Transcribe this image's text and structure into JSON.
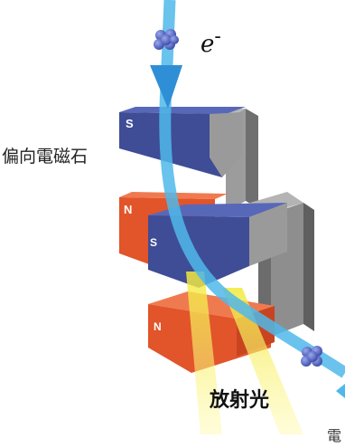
{
  "labels": {
    "electron_symbol": "e",
    "electron_charge": "-",
    "deflecting_magnet": "偏向電磁石",
    "radiation_light": "放射光",
    "edge_text": "電"
  },
  "pole_labels": {
    "upper_s": "S",
    "upper_n": "N",
    "lower_s": "S",
    "lower_n": "N"
  },
  "colors": {
    "beam": "#4fb8ea",
    "beam_arrow": "#2f8fd6",
    "pole_s": "#3f4c96",
    "pole_n": "#e2542a",
    "yoke": "#8e8e8e",
    "radiation": "#f6ee33"
  },
  "icons": [
    "atom-icon-top",
    "atom-icon-bottom"
  ]
}
